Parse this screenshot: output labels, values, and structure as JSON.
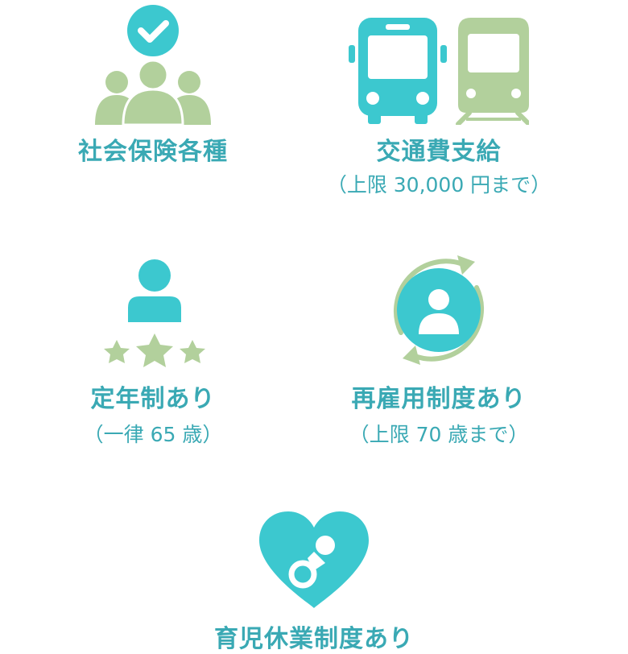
{
  "colors": {
    "teal": "#3cc8cf",
    "green": "#b2d09c",
    "text": "#3aa9b4"
  },
  "benefits": [
    {
      "icon": "social-insurance-icon",
      "title": "社会保険各種",
      "note": ""
    },
    {
      "icon": "bus-train-icon",
      "title": "交通費支給",
      "note": "（上限 30,000 円まで）"
    },
    {
      "icon": "person-stars-icon",
      "title": "定年制あり",
      "note": "（一律 65 歳）"
    },
    {
      "icon": "person-cycle-icon",
      "title": "再雇用制度あり",
      "note": "（上限 70 歳まで）"
    },
    {
      "icon": "heart-pacifier-icon",
      "title": "育児休業制度あり",
      "note": ""
    }
  ]
}
